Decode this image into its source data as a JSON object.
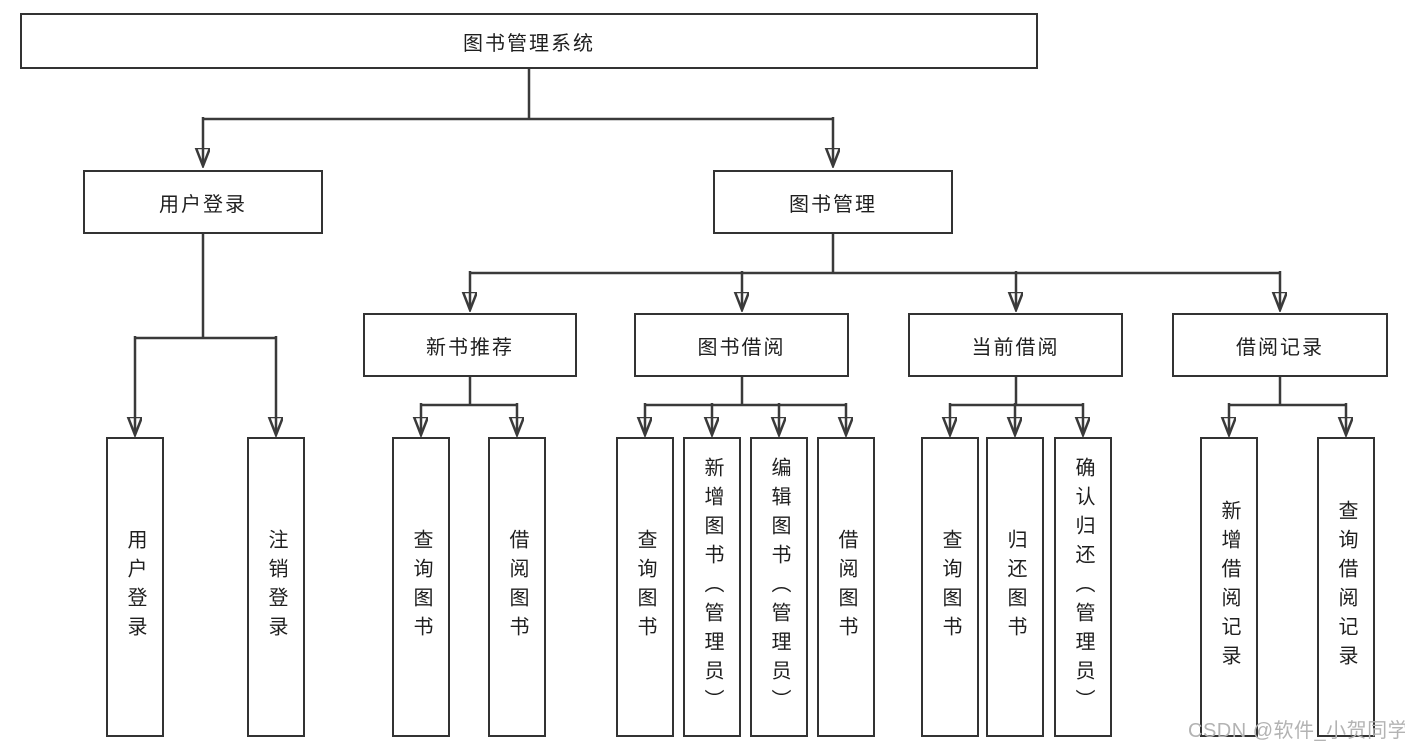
{
  "tree": {
    "root": {
      "label": "图书管理系统"
    },
    "branches": [
      {
        "label": "用户登录",
        "children": [
          {
            "label": "用户登录"
          },
          {
            "label": "注销登录"
          }
        ]
      },
      {
        "label": "图书管理",
        "children": [
          {
            "label": "新书推荐",
            "children": [
              {
                "label": "查询图书"
              },
              {
                "label": "借阅图书"
              }
            ]
          },
          {
            "label": "图书借阅",
            "children": [
              {
                "label": "查询图书"
              },
              {
                "label": "新增图书（管理员）"
              },
              {
                "label": "编辑图书（管理员）"
              },
              {
                "label": "借阅图书"
              }
            ]
          },
          {
            "label": "当前借阅",
            "children": [
              {
                "label": "查询图书"
              },
              {
                "label": "归还图书"
              },
              {
                "label": "确认归还（管理员）"
              }
            ]
          },
          {
            "label": "借阅记录",
            "children": [
              {
                "label": "新增借阅记录"
              },
              {
                "label": "查询借阅记录"
              }
            ]
          }
        ]
      }
    ]
  },
  "watermark": {
    "text": "CSDN @软件_小贺同学"
  },
  "colors": {
    "line": "#3a3a3a",
    "box_border": "#333333",
    "box_fill": "#ffffff",
    "text": "#1f1f1f",
    "watermark": "#b3b3b3",
    "background": "#ffffff"
  }
}
